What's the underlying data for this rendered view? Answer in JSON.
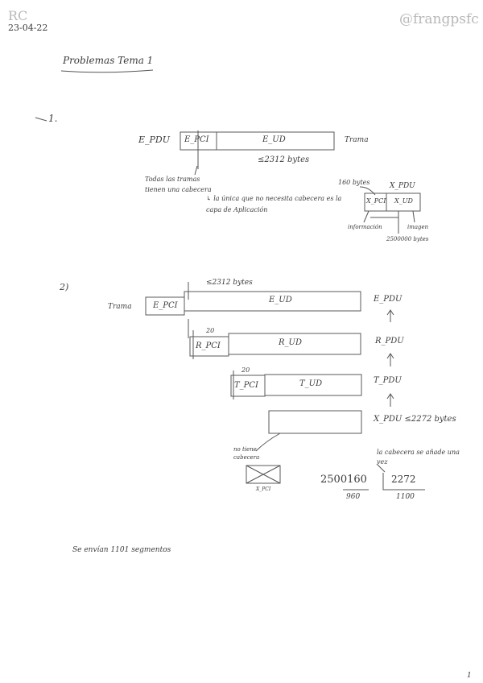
{
  "header": {
    "initials": "RC",
    "date": "23-04-22",
    "watermark": "@frangpsfc"
  },
  "title": "Problemas Tema 1",
  "section1": {
    "number": "1.",
    "left_label": "E_PDU",
    "pci": "E_PCI",
    "ud": "E_UD",
    "right_label": "Trama",
    "size": "≤2312 bytes",
    "note_a": "Todas las tramas tienen una cabecera",
    "note_b": "↳ la única que no necesita cabecera es la capa de Aplicación",
    "small": {
      "header_bytes": "160 bytes",
      "pdu": "X_PDU",
      "pci": "X_PCI",
      "ud": "X_UD",
      "left_caption": "información",
      "right_caption": "imagen",
      "bottom_caption": "2500000 bytes"
    }
  },
  "section2": {
    "number": "2)",
    "top_size": "≤2312 bytes",
    "left_label": "Trama",
    "rows": [
      {
        "pci": "E_PCI",
        "ud": "E_UD",
        "right": "E_PDU"
      },
      {
        "pci": "R_PCI",
        "ud": "R_UD",
        "right": "R_PDU",
        "size": "20"
      },
      {
        "pci": "T_PCI",
        "ud": "T_UD",
        "right": "T_PDU",
        "size": "20"
      },
      {
        "pci": "",
        "ud": "",
        "right": "X_PDU ≤2272 bytes"
      }
    ],
    "note_no_header": "no tiene cabecera",
    "crossed_label": "X_PCI",
    "header_note": "la cabecera se añade una vez",
    "division": {
      "dividend": "2500160",
      "divisor": "2272",
      "remainder": "960",
      "quotient": "1100"
    }
  },
  "conclusion": "Se envían 1101 segmentos",
  "page_number": "1"
}
